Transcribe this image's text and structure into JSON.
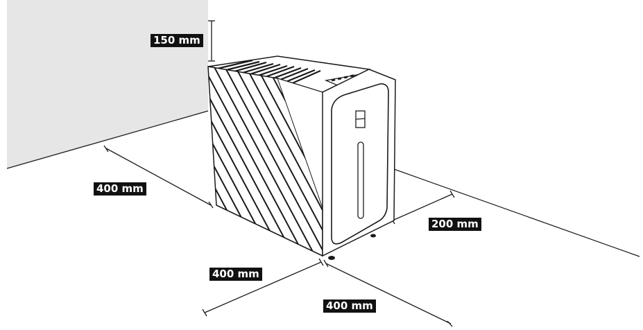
{
  "colors": {
    "wall": "#e6e6e6",
    "line": "#1a1a1a",
    "label_bg": "#111111",
    "label_fg": "#ffffff"
  },
  "dimensions": {
    "top_clearance": "150 mm",
    "left_clearance": "400 mm",
    "right_clearance": "200 mm",
    "front_left_clearance": "400 mm",
    "front_right_clearance": "400 mm"
  }
}
